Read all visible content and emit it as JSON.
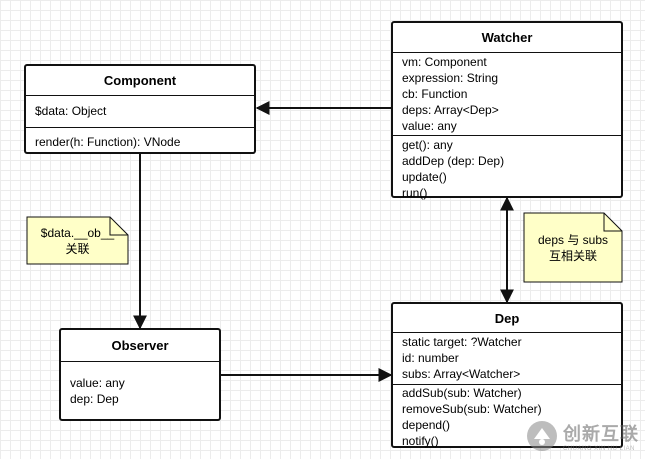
{
  "component": {
    "title": "Component",
    "fields": [
      "$data: Object"
    ],
    "methods": [
      "render(h: Function): VNode"
    ]
  },
  "watcher": {
    "title": "Watcher",
    "fields": [
      "vm: Component",
      "expression: String",
      "cb: Function",
      "deps: Array<Dep>",
      "value: any"
    ],
    "methods": [
      "get(): any",
      "addDep (dep: Dep)",
      "update()",
      "run()"
    ]
  },
  "observer": {
    "title": "Observer",
    "fields": [
      "value: any",
      "dep: Dep"
    ]
  },
  "dep": {
    "title": "Dep",
    "fields": [
      "static target: ?Watcher",
      "id: number",
      "subs: Array<Watcher>"
    ],
    "methods": [
      "addSub(sub: Watcher)",
      "removeSub(sub: Watcher)",
      "depend()",
      "notify()"
    ]
  },
  "notes": {
    "data_ob": [
      "$data.__ob__",
      "关联"
    ],
    "deps_subs": [
      "deps 与 subs",
      "互相关联"
    ]
  },
  "watermark": {
    "main": "创新互联",
    "sub": "CHUANG XIN HU LIAN"
  },
  "colors": {
    "note_fill": "#ffffc8",
    "border": "#111111",
    "watermark": "#777777"
  }
}
